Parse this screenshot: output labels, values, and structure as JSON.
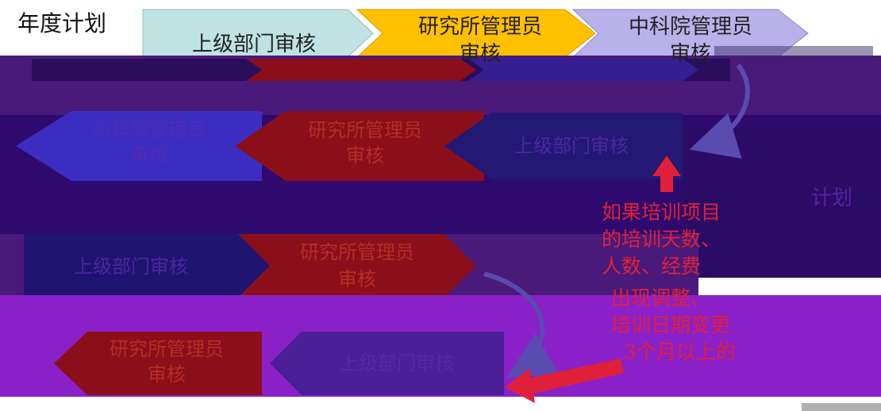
{
  "title": "年度计划",
  "top_flow": [
    {
      "label": "上级部门审核",
      "lines": [
        "上级部门审核"
      ]
    },
    {
      "label": "研究所管理员审核",
      "lines": [
        "研究所管理员",
        "审核"
      ]
    },
    {
      "label": "中科院管理员审核",
      "lines": [
        "中科院管理员",
        "审核"
      ]
    }
  ],
  "row2": [
    {
      "lines": [
        "中科院管理员",
        "审核"
      ]
    },
    {
      "lines": [
        "研究所管理员",
        "审核"
      ]
    },
    {
      "lines": [
        "上级部门审核"
      ]
    }
  ],
  "row3": [
    {
      "lines": [
        "上级部门审核"
      ]
    },
    {
      "lines": [
        "研究所管理员",
        "审核"
      ]
    }
  ],
  "row4": [
    {
      "lines": [
        "研究所管理员",
        "审核"
      ]
    },
    {
      "lines": [
        "上级部门审核"
      ]
    }
  ],
  "note": {
    "lines": [
      "如果培训项目",
      "的培训天数、",
      "人数、经费",
      "出现调整、",
      "培训日期变更",
      "3个月以上的"
    ]
  },
  "side_label": "计划",
  "colors": {
    "chevron_teal": "#bfe3e3",
    "chevron_orange": "#ffc000",
    "chevron_lavender": "#b9b2ea",
    "band_purple": "#4a1a7a",
    "band_indigo": "#2e0a6e",
    "band_violet": "#8a20c8",
    "dark_red": "#8a0f1a",
    "navy": "#231873",
    "note_red": "#e0203a"
  }
}
